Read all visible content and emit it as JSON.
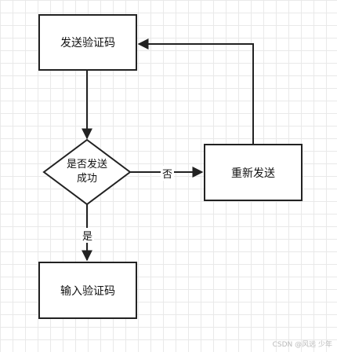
{
  "nodes": {
    "send_code": "发送验证码",
    "decision_line1": "是否发送",
    "decision_line2": "成功",
    "resend": "重新发送",
    "input_code": "输入验证码"
  },
  "edges": {
    "no_label": "否",
    "yes_label": "是"
  },
  "watermark": "CSDN @风远 少年",
  "colors": {
    "stroke": "#222222",
    "grid": "#e9e9e9"
  }
}
